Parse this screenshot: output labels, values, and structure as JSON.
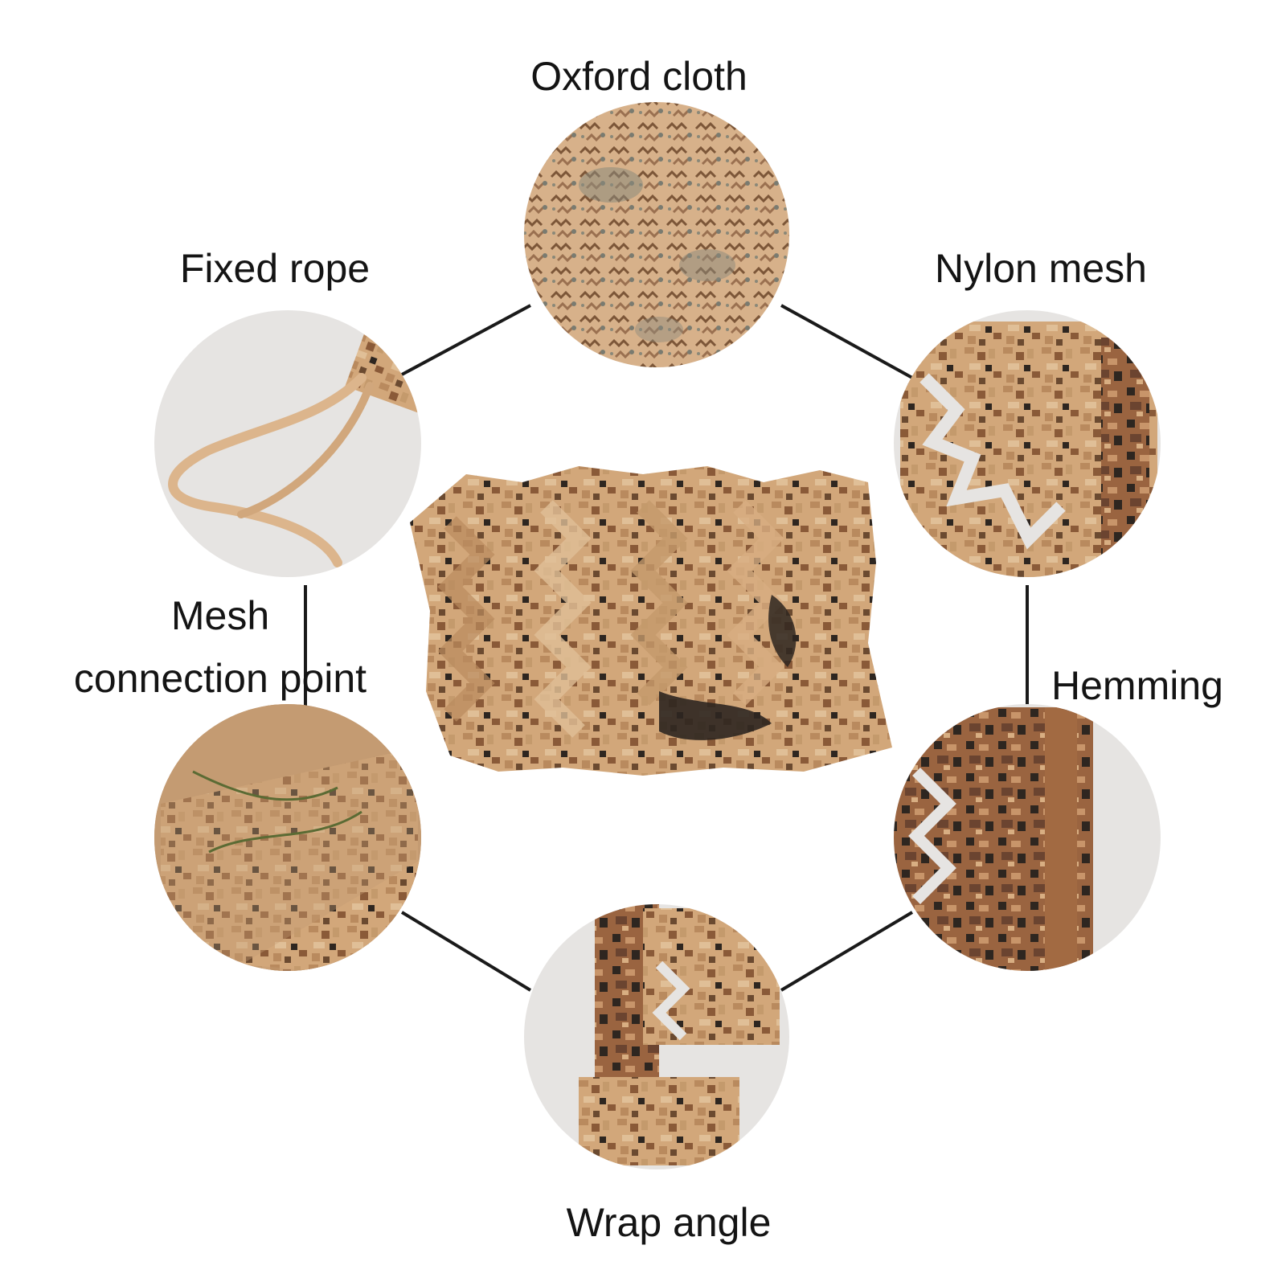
{
  "labels": {
    "top": "Oxford cloth",
    "top_left": "Fixed rope",
    "top_right": "Nylon mesh",
    "left_line1": "Mesh",
    "left_line2": "connection point",
    "right": "Hemming",
    "bottom": "Wrap angle"
  },
  "colors": {
    "background": "#ffffff",
    "connector": "#1a1a1a",
    "camo_light": "#d9b48c",
    "camo_mid": "#b98a5e",
    "camo_brown": "#8a5a38",
    "camo_dark": "#2e2620",
    "rope": "#dcb58c",
    "circle_backdrop": "#e6e4e2"
  }
}
